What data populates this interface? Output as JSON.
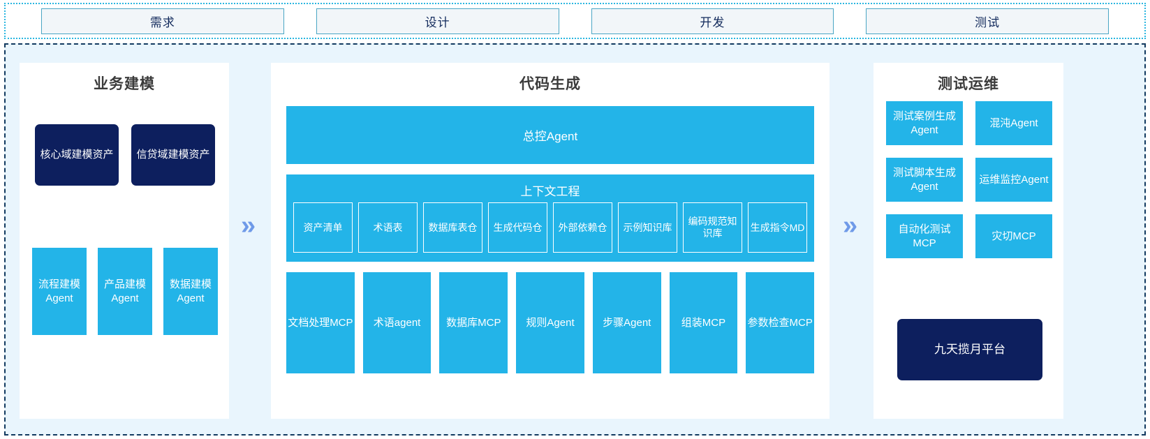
{
  "phases": {
    "items": [
      {
        "label": "需求"
      },
      {
        "label": "设计"
      },
      {
        "label": "开发"
      },
      {
        "label": "测试"
      }
    ]
  },
  "arrows": {
    "chevron_glyph": "»",
    "color": "#6f9ae8"
  },
  "colors": {
    "cyan": "#23b4e8",
    "navy": "#0d1f5e",
    "panel_bg": "#ffffff",
    "canvas_bg": "#e9f5fd",
    "phase_bg": "#f2f6f9",
    "phase_border": "#4aa6c4",
    "outer_dashed_border": "#123a60",
    "top_dotted_border": "#29b6e0"
  },
  "left_panel": {
    "title": "业务建模",
    "assets": [
      {
        "label": "核心域建模资产"
      },
      {
        "label": "信贷域建模资产"
      }
    ],
    "agents": [
      {
        "label": "流程建模Agent"
      },
      {
        "label": "产品建模Agent"
      },
      {
        "label": "数据建模Agent"
      }
    ]
  },
  "center_panel": {
    "title": "代码生成",
    "master_agent": {
      "label": "总控Agent"
    },
    "context_engineering": {
      "title": "上下文工程",
      "items": [
        {
          "label": "资产清单"
        },
        {
          "label": "术语表"
        },
        {
          "label": "数据库表仓"
        },
        {
          "label": "生成代码仓"
        },
        {
          "label": "外部依赖仓"
        },
        {
          "label": "示例知识库"
        },
        {
          "label": "编码规范知识库"
        },
        {
          "label": "生成指令MD"
        }
      ]
    },
    "tools": [
      {
        "label": "文档处理MCP"
      },
      {
        "label": "术语agent"
      },
      {
        "label": "数据库MCP"
      },
      {
        "label": "规则Agent"
      },
      {
        "label": "步骤Agent"
      },
      {
        "label": "组装MCP"
      },
      {
        "label": "参数检查MCP"
      }
    ]
  },
  "right_panel": {
    "title": "测试运维",
    "agents": [
      {
        "label": "测试案例生成Agent"
      },
      {
        "label": "混沌Agent"
      },
      {
        "label": "测试脚本生成Agent"
      },
      {
        "label": "运维监控Agent"
      },
      {
        "label": "自动化测试MCP"
      },
      {
        "label": "灾切MCP"
      }
    ],
    "platform": {
      "label": "九天揽月平台"
    }
  }
}
